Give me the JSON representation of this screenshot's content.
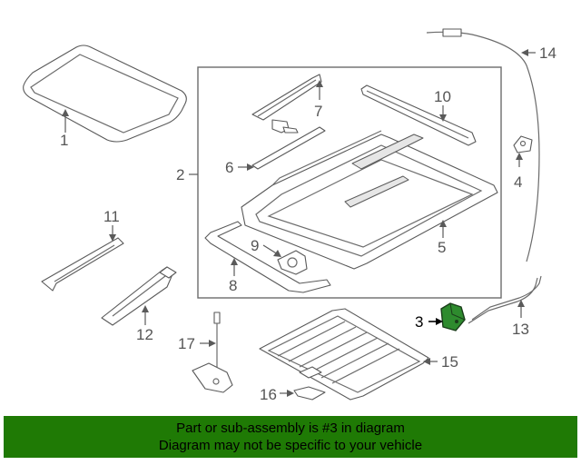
{
  "callouts": {
    "c1": "1",
    "c2": "2",
    "c3": "3",
    "c4": "4",
    "c5": "5",
    "c6": "6",
    "c7": "7",
    "c8": "8",
    "c9": "9",
    "c10": "10",
    "c11": "11",
    "c12": "12",
    "c13": "13",
    "c14": "14",
    "c15": "15",
    "c16": "16",
    "c17": "17"
  },
  "highlight_part": "3",
  "highlight_color": "#2e8b2e",
  "banner": {
    "line1": "Part or sub-assembly is #3 in diagram",
    "line2": "Diagram may not be specific to your vehicle",
    "color": "#1f7a05"
  }
}
